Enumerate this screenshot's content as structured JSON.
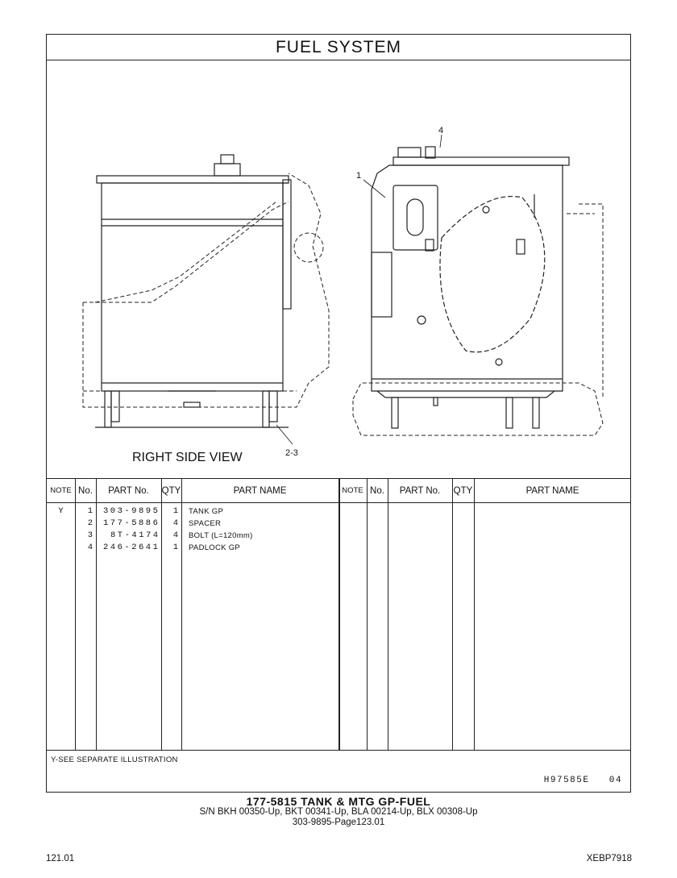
{
  "title": "FUEL  SYSTEM",
  "drawing": {
    "view_label": "RIGHT SIDE VIEW",
    "callouts": [
      "1",
      "4",
      "2-3"
    ]
  },
  "table": {
    "headers": {
      "note": "NOTE",
      "no": "No.",
      "part_no": "PART No.",
      "qty": "QTY",
      "part_name": "PART NAME"
    },
    "rows": [
      {
        "note": "Y",
        "no": "1",
        "part_no": "303-9895",
        "qty": "1",
        "part_name": "TANK GP"
      },
      {
        "note": "",
        "no": "2",
        "part_no": "177-5886",
        "qty": "4",
        "part_name": "SPACER"
      },
      {
        "note": "",
        "no": "3",
        "part_no": "8T-4174",
        "qty": "4",
        "part_name": "BOLT (L=120mm)"
      },
      {
        "note": "",
        "no": "4",
        "part_no": "246-2641",
        "qty": "1",
        "part_name": "PADLOCK GP"
      }
    ]
  },
  "footnote": "Y-SEE SEPARATE ILLUSTRATION",
  "illustration_code": "H97585E   04",
  "caption": {
    "line1": "177-5815  TANK & MTG GP-FUEL",
    "line2": "S/N BKH 00350-Up, BKT 00341-Up, BLA 00214-Up, BLX 00308-Up",
    "line3": "303-9895-Page123.01"
  },
  "page_number": "121.01",
  "document_code": "XEBP7918"
}
